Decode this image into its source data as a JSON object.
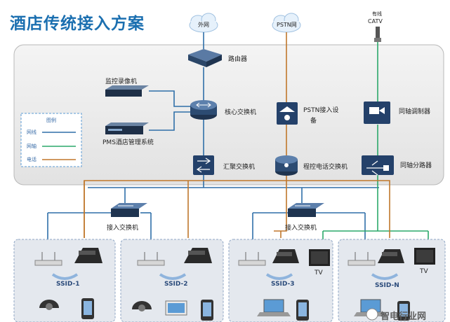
{
  "title": "酒店传统接入方案",
  "top": {
    "internet": "外网",
    "pstn": "PSTN网",
    "catv_line1": "有线",
    "catv_line2": "CATV"
  },
  "devices": {
    "router": "路由器",
    "monitor_recorder": "监控录像机",
    "core_switch": "核心交换机",
    "pms": "PMS酒店管理系统",
    "agg_switch": "汇聚交换机",
    "pstn_access_line1": "PSTN接入设",
    "pstn_access_line2": "备",
    "pbx": "程控电话交换机",
    "coax_modulator": "同轴调制器",
    "coax_splitter": "同轴分路器",
    "access_switch_1": "接入交换机",
    "access_switch_2": "接入交换机"
  },
  "legend": {
    "title": "图例",
    "items": [
      {
        "label": "网线",
        "color": "#2f6fa8"
      },
      {
        "label": "网轴",
        "color": "#2aa86a"
      },
      {
        "label": "电话",
        "color": "#c0772b"
      }
    ]
  },
  "rooms": [
    {
      "ssid": "SSID-1"
    },
    {
      "ssid": "SSID-2"
    },
    {
      "ssid": "SSID-3",
      "tv": "TV"
    },
    {
      "ssid": "SSID-N",
      "tv": "TV"
    }
  ],
  "watermark": "智电行业网"
}
